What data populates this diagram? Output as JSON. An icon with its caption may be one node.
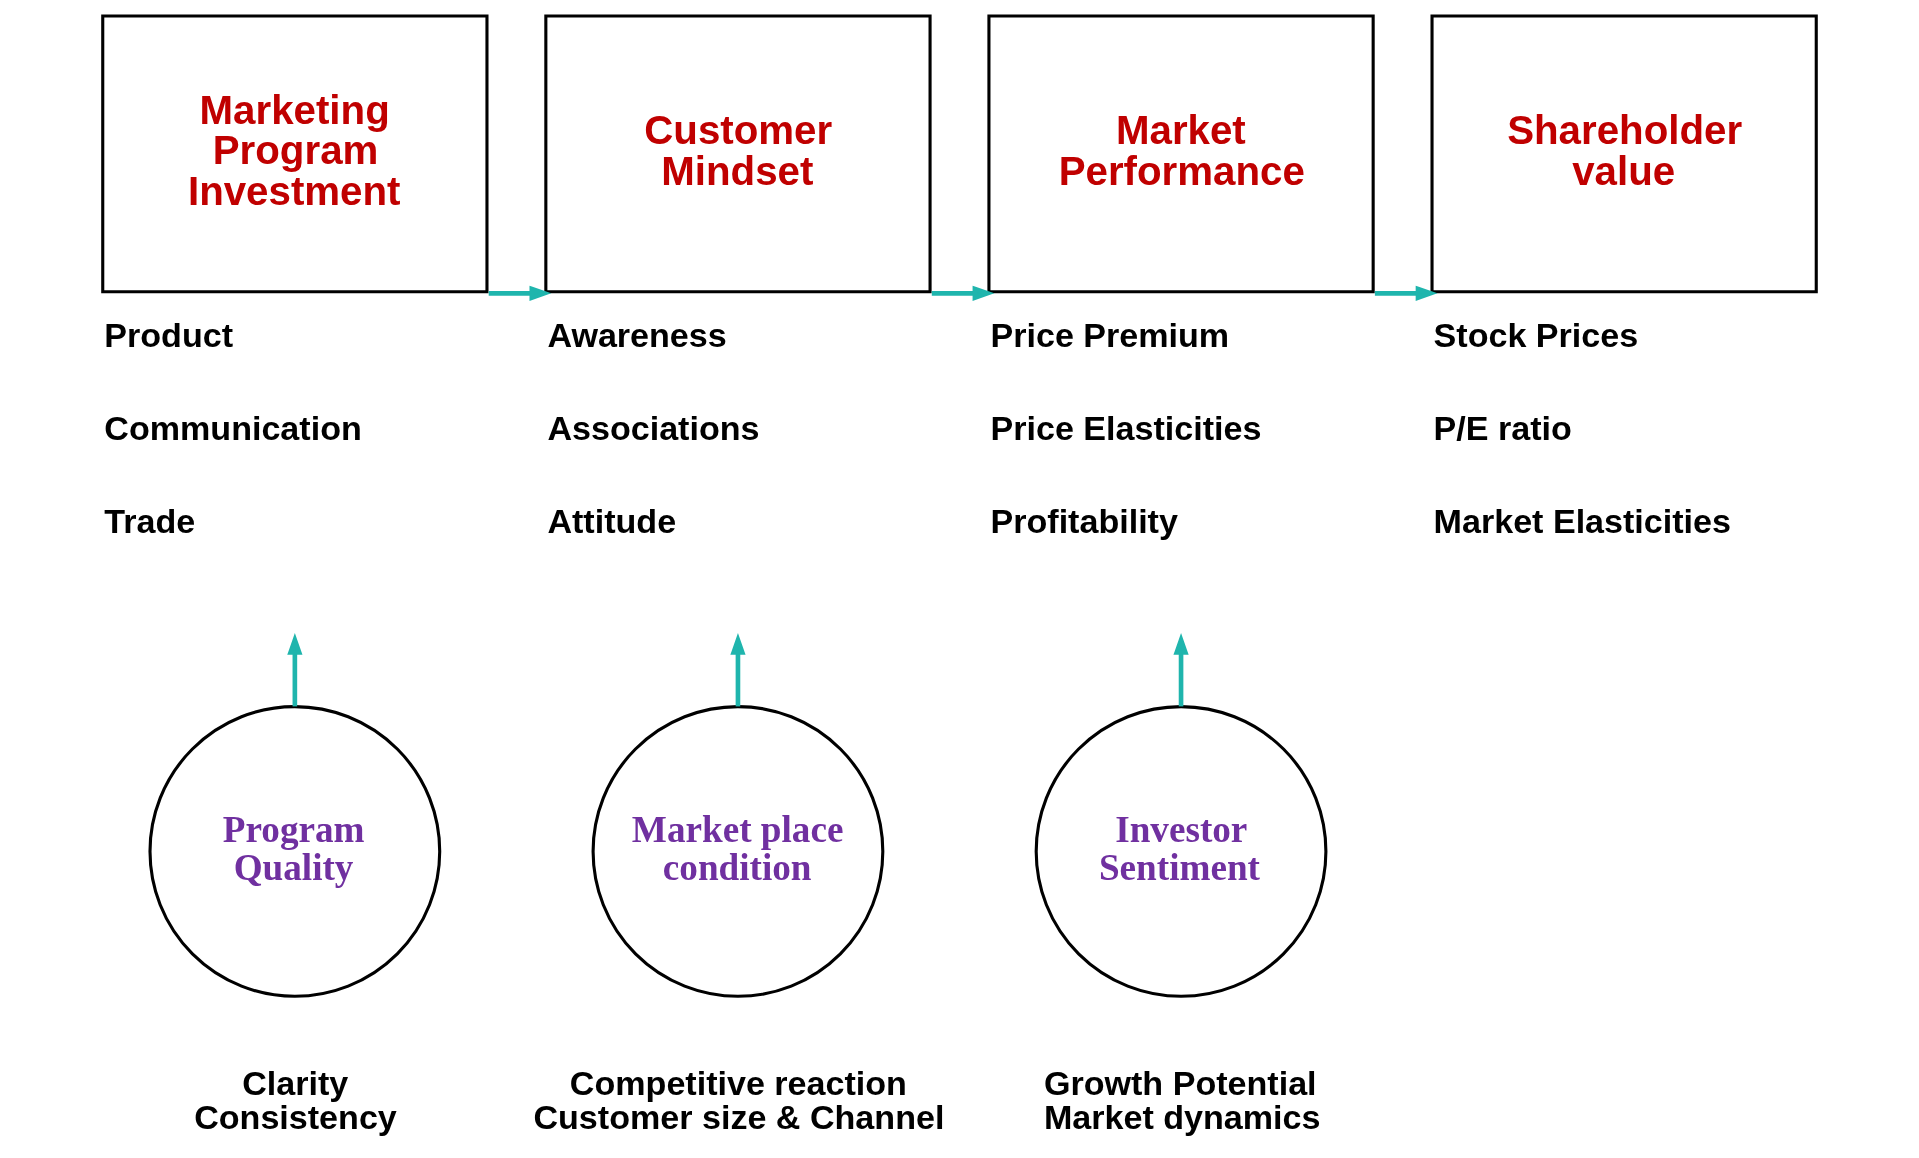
{
  "diagram": {
    "nodes": [
      {
        "text": [
          "Marketing Program Investment"
        ],
        "beside": [
          "Product",
          "Communication",
          "Trade"
        ]
      },
      {
        "text": [
          "Customer Mindset"
        ],
        "beside": [
          "Awareness",
          "Associations",
          "Attitude"
        ]
      },
      {
        "text": [
          "Market Performance"
        ],
        "beside": [
          "Price Premium",
          "Price Elasticities",
          "Profitability"
        ]
      },
      {
        "text": [
          "Shareholder value"
        ],
        "beside": [
          "Stock Prices",
          "P/E ratio",
          "Market Elasticities"
        ]
      },
      {
        "text": [
          "Program Quality"
        ],
        "beside": [
          "Clarity",
          "Consistency"
        ]
      },
      {
        "text": [
          "Market place condition"
        ],
        "beside": [
          "Competitive reaction",
          "Customer size & Channel"
        ]
      },
      {
        "text": [
          "Investor Sentiment"
        ],
        "beside": [
          "Growth Potential",
          "Market dynamics"
        ]
      }
    ],
    "edges": [
      {
        "from": 0,
        "to": 1,
        "arrow": "to"
      },
      {
        "from": 1,
        "to": 2,
        "arrow": "to"
      },
      {
        "from": 2,
        "to": 3,
        "arrow": "to"
      },
      {
        "from": 4,
        "to": null,
        "arrow": "to"
      },
      {
        "from": 5,
        "to": null,
        "arrow": "to"
      },
      {
        "from": 6,
        "to": null,
        "arrow": "to"
      }
    ]
  }
}
